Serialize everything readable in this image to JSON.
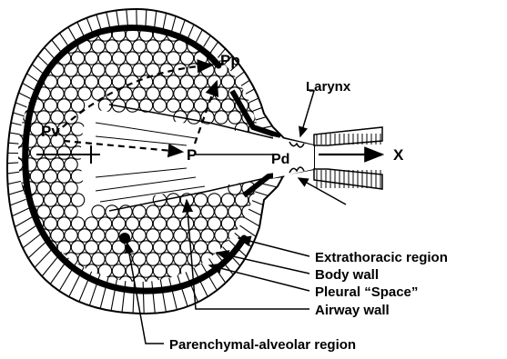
{
  "labels": {
    "pv": "Pv",
    "pp": "Pp",
    "p": "P",
    "pd": "Pd",
    "x": "X",
    "larynx": "Larynx",
    "extrathoracic": "Extrathoracic  region",
    "body_wall": "Body wall",
    "pleural_space": "Pleural “Space”",
    "airway_wall": "Airway wall",
    "parenchymal": "Parenchymal-alveolar region"
  },
  "colors": {
    "ink": "#000000",
    "paper": "#ffffff"
  }
}
